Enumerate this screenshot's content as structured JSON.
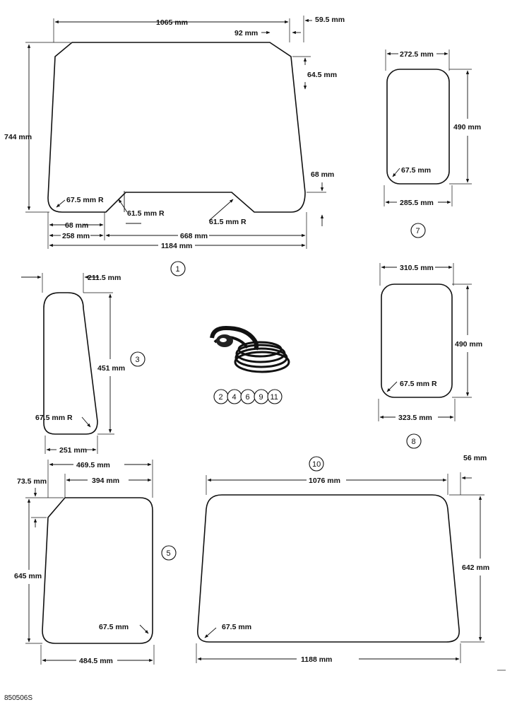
{
  "figure_id": "850506S",
  "panel_1": {
    "callout": "1",
    "top_width": "1065 mm",
    "top_corner_inset": "92 mm",
    "top_right_offset": "59.5 mm",
    "corner_height": "64.5 mm",
    "height": "744 mm",
    "bottom_radius": "67.5 mm R",
    "notch_radius_left": "61.5 mm R",
    "notch_radius_right": "61.5 mm R",
    "bottom_right_height": "68 mm",
    "left_tab": "68 mm",
    "left_segment": "258 mm",
    "middle_segment": "668 mm",
    "bottom_width": "1184 mm"
  },
  "panel_3": {
    "callout": "3",
    "top_offset": "211.5 mm",
    "height": "451 mm",
    "radius": "67.5 mm R",
    "bottom_width": "251 mm"
  },
  "panel_5": {
    "callout": "5",
    "top_width": "469.5 mm",
    "corner_offset": "73.5 mm",
    "top_straight": "394 mm",
    "height": "645 mm",
    "radius": "67.5 mm",
    "bottom_width": "484.5 mm"
  },
  "panel_7": {
    "callout": "7",
    "top_width": "272.5 mm",
    "height": "490 mm",
    "radius": "67.5 mm",
    "bottom_width": "285.5 mm"
  },
  "panel_8": {
    "callout": "8",
    "top_width": "310.5 mm",
    "height": "490 mm",
    "radius": "67.5 mm R",
    "bottom_width": "323.5 mm"
  },
  "panel_10": {
    "callout": "10",
    "top_width": "1076 mm",
    "right_offset": "56 mm",
    "height": "642 mm",
    "radius": "67.5 mm",
    "bottom_width": "1188 mm"
  },
  "seal_callouts": [
    "2",
    "4",
    "6",
    "9",
    "11"
  ]
}
